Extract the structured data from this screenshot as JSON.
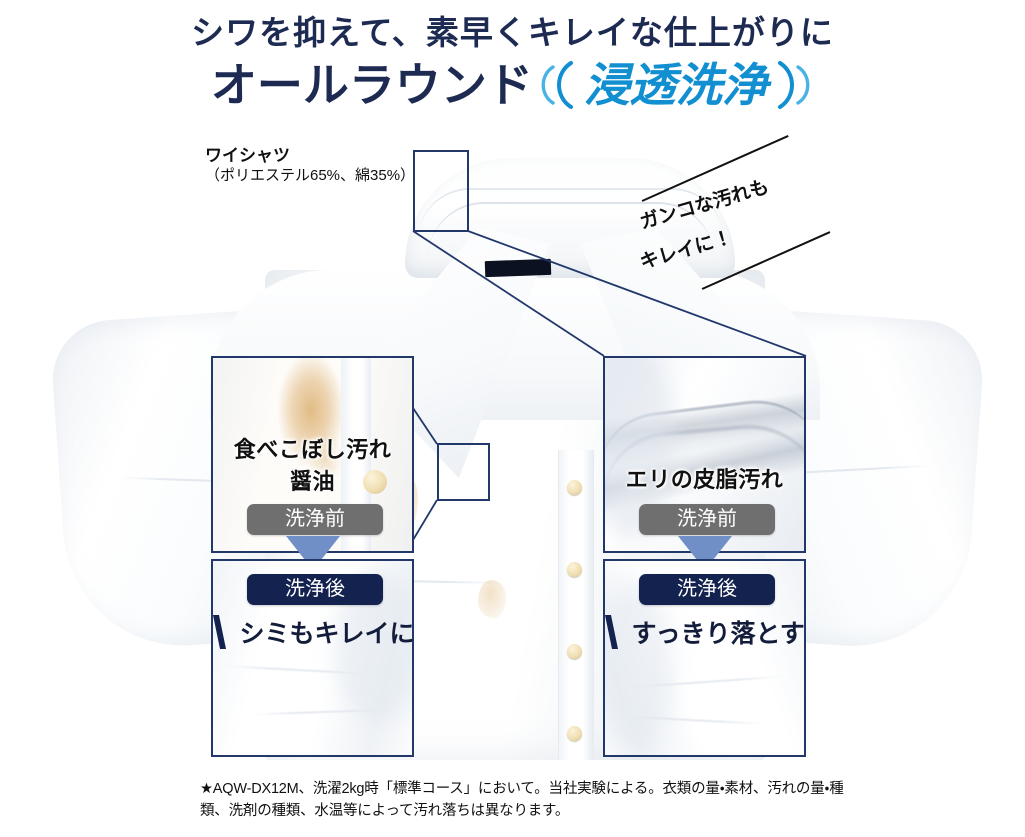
{
  "headline": {
    "line1": "シワを抑えて、素早くキレイな仕上がりに",
    "line2_main": "オールラウンド",
    "line2_accent": "浸透洗浄"
  },
  "shirt_label": {
    "name": "ワイシャツ",
    "material": "（ポリエステル65%、綿35%）"
  },
  "callout": {
    "line1": "ガンコな汚れも",
    "line2": "キレイに！"
  },
  "panels": {
    "left": {
      "before": {
        "title_line1": "食べこぼし汚れ",
        "title_line2": "醤油",
        "badge": "洗浄前"
      },
      "after": {
        "badge": "洗浄後",
        "result": "シミもキレイに"
      }
    },
    "right": {
      "before": {
        "title_line1": "エリの皮脂汚れ",
        "badge": "洗浄前"
      },
      "after": {
        "badge": "洗浄後",
        "result": "すっきり落とす"
      }
    }
  },
  "footnote": "★AQW-DX12M、洗濯2kg時「標準コース」において。当社実験による。衣類の量・素材、汚れの量・種類、洗剤の種類、水温等によって汚れ落ちは異なります。",
  "colors": {
    "navy": "#1d2a52",
    "accent_cyan": "#128fd0",
    "badge_before": "#6f6f6f",
    "badge_after": "#13224f",
    "box_border": "#22386b",
    "arrow": "#6f8fc6"
  }
}
